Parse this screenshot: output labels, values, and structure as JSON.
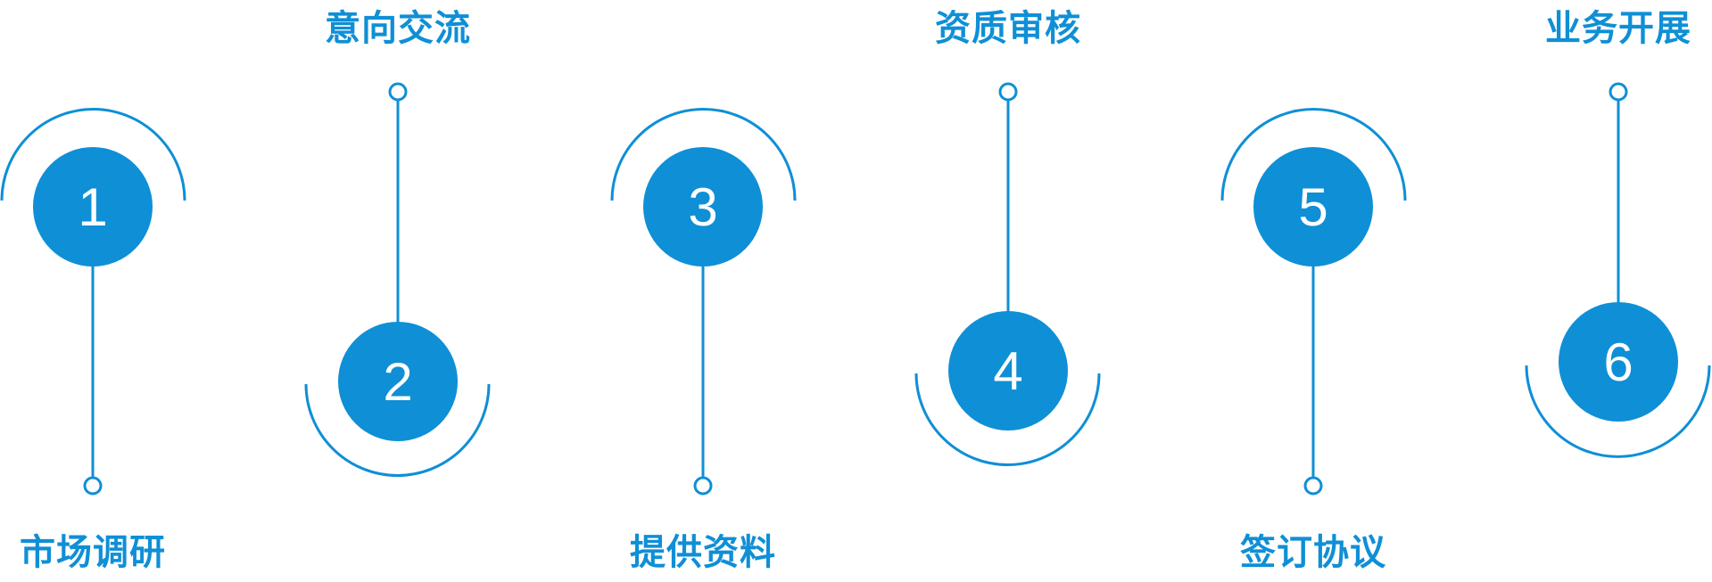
{
  "colors": {
    "accent": "#0f8fd6",
    "background": "#ffffff"
  },
  "steps": [
    {
      "number": "1",
      "label": "市场调研"
    },
    {
      "number": "2",
      "label": "意向交流"
    },
    {
      "number": "3",
      "label": "提供资料"
    },
    {
      "number": "4",
      "label": "资质审核"
    },
    {
      "number": "5",
      "label": "签订协议"
    },
    {
      "number": "6",
      "label": "业务开展"
    }
  ]
}
